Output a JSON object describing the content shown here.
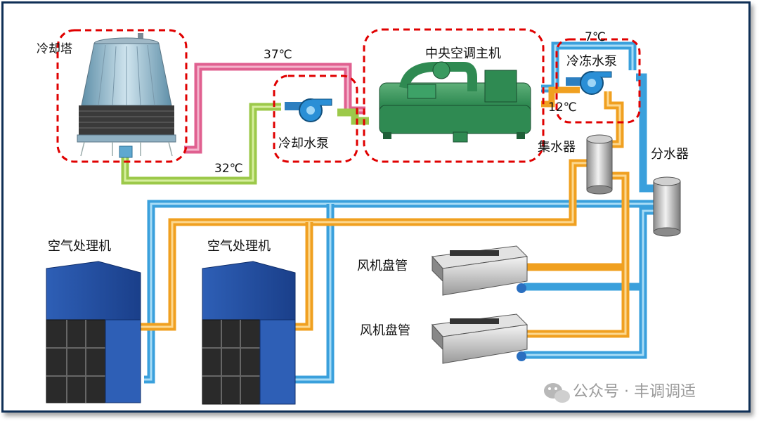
{
  "labels": {
    "cooling_tower": "冷却塔",
    "chiller": "中央空调主机",
    "cooling_pump": "冷却水泵",
    "chilled_pump": "冷冻水泵",
    "return_header": "集水器",
    "supply_header": "分水器",
    "ahu_1": "空气处理机",
    "ahu_2": "空气处理机",
    "fcu_1": "风机盘管",
    "fcu_2": "风机盘管"
  },
  "temperatures": {
    "t37": "37℃",
    "t32": "32℃",
    "t7": "7℃",
    "t12": "12℃"
  },
  "watermark": {
    "dot": "·",
    "text": "公众号 · 丰调调适"
  },
  "colors": {
    "hot_cooling_water": "#e06090",
    "cool_cooling_water": "#9cc94a",
    "chilled_supply": "#3aa0dc",
    "chilled_return": "#f0a020",
    "highlight_box": "#e00000",
    "frame": "#0f2f56"
  },
  "icons": {
    "pump": "pump-icon",
    "tower": "cooling-tower-icon",
    "chiller": "chiller-icon",
    "tank": "header-tank-icon",
    "ahu": "air-handler-icon",
    "fcu": "fan-coil-icon"
  }
}
